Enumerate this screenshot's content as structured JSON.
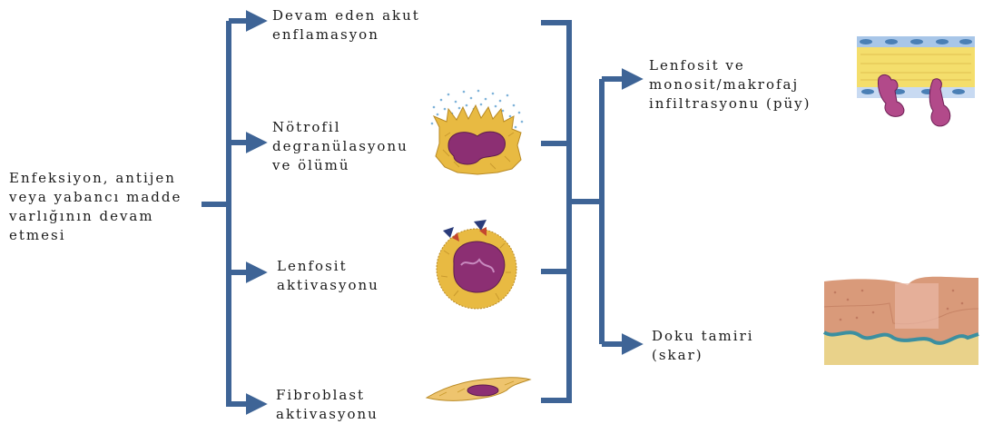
{
  "source": {
    "text": "Enfeksiyon, antijen\nveya yabancı madde\nvarlığının devam\netmesi"
  },
  "branches": [
    {
      "text": "Devam eden akut\nenflamasyon"
    },
    {
      "text": "Nötrofil\ndegranülasyonu\nve ölümü"
    },
    {
      "text": "Lenfosit\naktivasyonu"
    },
    {
      "text": "Fibroblast\naktivasyonu"
    }
  ],
  "outcomes": [
    {
      "text": "Lenfosit ve\nmonosit/makrofaj\ninfiltrasyonu (püy)"
    },
    {
      "text": "Doku tamiri\n(skar)"
    }
  ],
  "colors": {
    "arrow": "#3e6496",
    "arrow_edge": "#243f66",
    "cell_body": "#e6b840",
    "nucleus": "#8c2f73",
    "vessel": "#f2dc68",
    "tissue": "#d99a7a",
    "scar": "#e9d28a",
    "basement": "#3b8fa0"
  },
  "icons": [
    "neutrophil-icon",
    "lymphocyte-icon",
    "fibroblast-icon",
    "vessel-infiltration-icon",
    "scar-tissue-icon"
  ]
}
